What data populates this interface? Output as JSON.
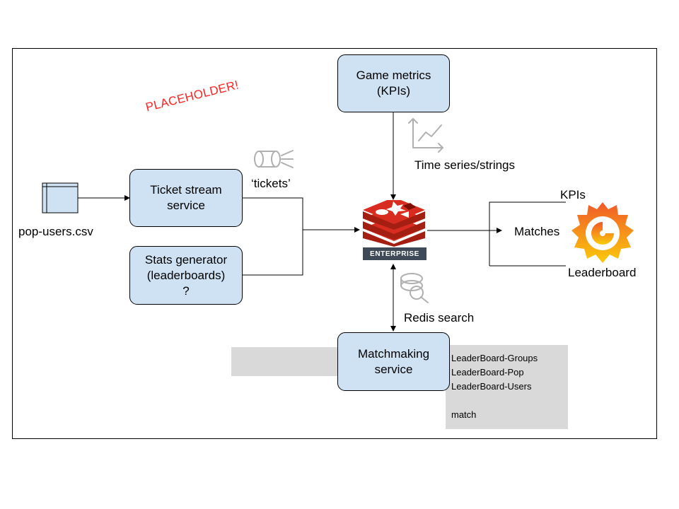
{
  "placeholder": "PLACEHOLDER!",
  "nodes": {
    "game_metrics": "Game metrics\n(KPIs)",
    "ticket_stream": "Ticket stream\nservice",
    "stats_generator": "Stats generator\n(leaderboards)\n?",
    "matchmaking": "Matchmaking\nservice"
  },
  "labels": {
    "csv_file": "pop-users.csv",
    "tickets": "‘tickets’",
    "time_series": "Time series/strings",
    "redis_search": "Redis search",
    "enterprise_badge": "ENTERPRISE",
    "kpis": "KPIs",
    "matches": "Matches",
    "leaderboard": "Leaderboard"
  },
  "keys": [
    "LeaderBoard-Groups",
    "LeaderBoard-Pop",
    "LeaderBoard-Users",
    "",
    "match"
  ],
  "icons": [
    "file-icon",
    "stream-icon",
    "chart-icon",
    "redis-logo",
    "search-icon",
    "grafana-logo"
  ],
  "colors": {
    "box_fill": "#cfe2f3",
    "placeholder": "#ff2222",
    "grafana": "#f57a16",
    "redis": "#c6302b",
    "key_panel": "#d9d9d9"
  }
}
